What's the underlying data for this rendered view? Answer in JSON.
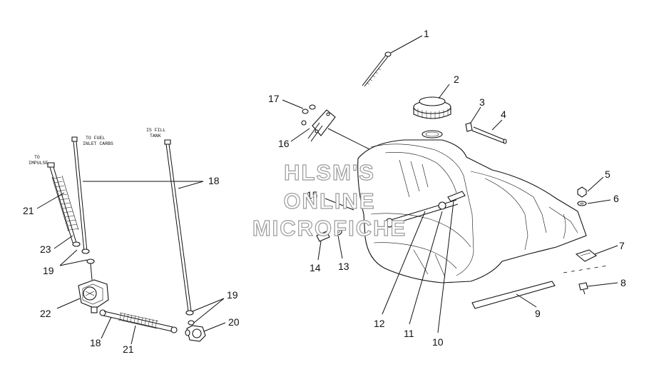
{
  "callouts": {
    "n1": "1",
    "n2": "2",
    "n3": "3",
    "n4": "4",
    "n5": "5",
    "n6": "6",
    "n7": "7",
    "n8": "8",
    "n9": "9",
    "n10": "10",
    "n11": "11",
    "n12": "12",
    "n13": "13",
    "n14": "14",
    "n15": "15",
    "n16": "16",
    "n17": "17",
    "n18a": "18",
    "n18b": "18",
    "n19a": "19",
    "n19b": "19",
    "n20": "20",
    "n21a": "21",
    "n21b": "21",
    "n22": "22",
    "n23": "23"
  },
  "notes": {
    "to_fuel_1": "TO FUEL",
    "to_fuel_2": "INLET CARBS",
    "to_impulse_1": "TO",
    "to_impulse_2": "IMPULSE",
    "to_tank_1": "IS FILL",
    "to_tank_2": "TANK"
  },
  "watermark": {
    "line1": "HLSM'S",
    "line2": "ONLINE",
    "line3": "MICROFICHE"
  }
}
